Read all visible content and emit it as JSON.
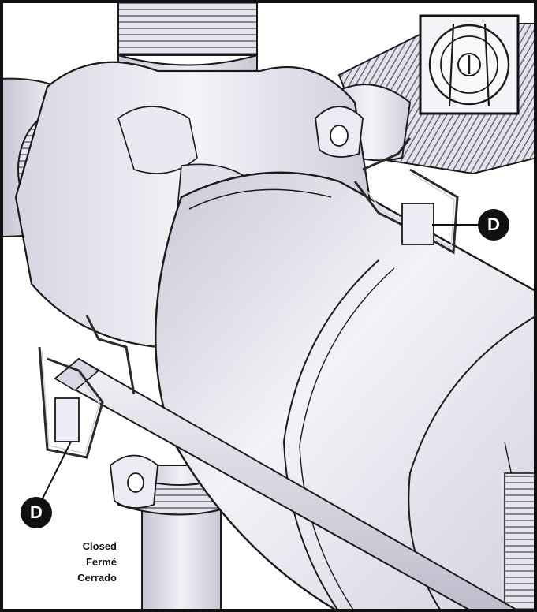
{
  "callouts": {
    "right_label": "D",
    "left_label": "D"
  },
  "caption": {
    "line1": "Closed",
    "line2": "Fermé",
    "line3": "Cerrado"
  },
  "colors": {
    "frame": "#111111",
    "body_light": "#f2f1f6",
    "body_mid": "#dcdbe6",
    "body_shadow": "#b9b8c8",
    "outline": "#1a1a1a",
    "badge": "#111111"
  }
}
